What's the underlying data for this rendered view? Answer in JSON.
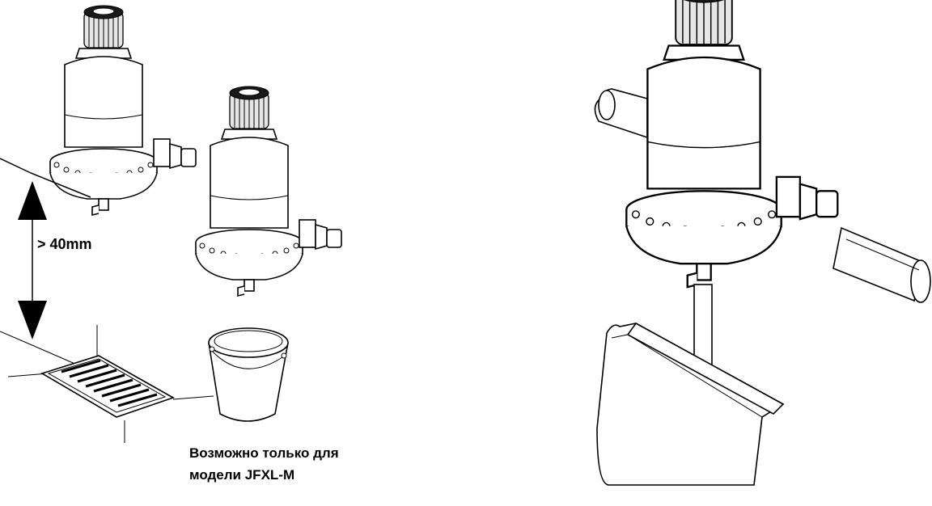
{
  "diagram": {
    "labels": {
      "distance": "> 40mm",
      "note_line1": "Возможно только для",
      "note_line2": "модели JFXL-M"
    }
  }
}
